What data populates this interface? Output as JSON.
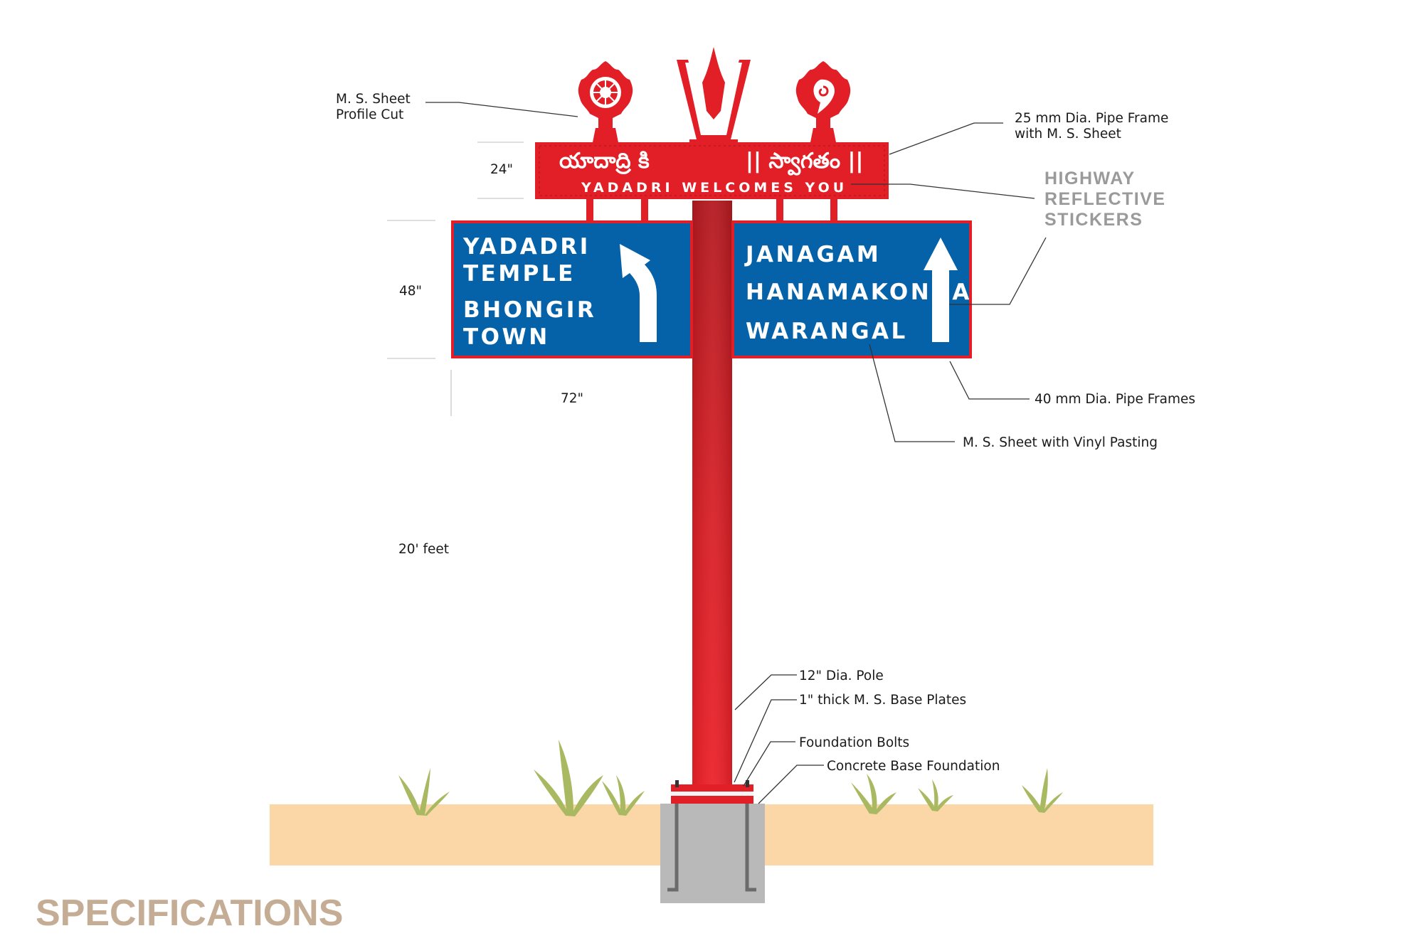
{
  "title": "SPECIFICATIONS",
  "colors": {
    "sign_blue": "#0562a8",
    "frame_red": "#e21f26",
    "pole_red": "#dc1f26",
    "ground": "#fbd6a6",
    "concrete": "#b9b9b9",
    "grass": "#a9b961",
    "title": "#c4ad94"
  },
  "header_panel": {
    "telugu_left": "యాదాద్రి కి",
    "telugu_right": "|| స్వాగతం ||",
    "subtitle": "YADADRI WELCOMES YOU"
  },
  "left_sign": {
    "lines": [
      "YADADRI",
      "TEMPLE",
      "BHONGIR",
      "TOWN"
    ],
    "arrow_icon": "curved-arrow-up-left-icon"
  },
  "right_sign": {
    "lines": [
      "JANAGAM",
      "HANAMAKONDA",
      "WARANGAL"
    ],
    "arrow_icon": "straight-arrow-up-icon"
  },
  "ornaments": {
    "left": "chakra-emblem-icon",
    "center": "namam-emblem-icon",
    "right": "conch-emblem-icon"
  },
  "dimensions": {
    "header_height": "24\"",
    "sign_height": "48\"",
    "sign_width": "72\"",
    "pole_height": "20' feet"
  },
  "annotations": {
    "profile_cut": [
      "M. S. Sheet",
      "Profile Cut"
    ],
    "pipe_frame_25": [
      "25 mm Dia. Pipe Frame",
      "with M. S. Sheet"
    ],
    "highway_stickers": [
      "HIGHWAY",
      "REFLECTIVE",
      "STICKERS"
    ],
    "pipe_frames_40": "40 mm Dia. Pipe Frames",
    "vinyl_pasting": "M. S. Sheet with Vinyl Pasting",
    "pole_dia": "12\" Dia. Pole",
    "base_plates": "1\" thick M. S. Base Plates",
    "foundation_bolts": "Foundation Bolts",
    "concrete_base": "Concrete Base Foundation"
  }
}
